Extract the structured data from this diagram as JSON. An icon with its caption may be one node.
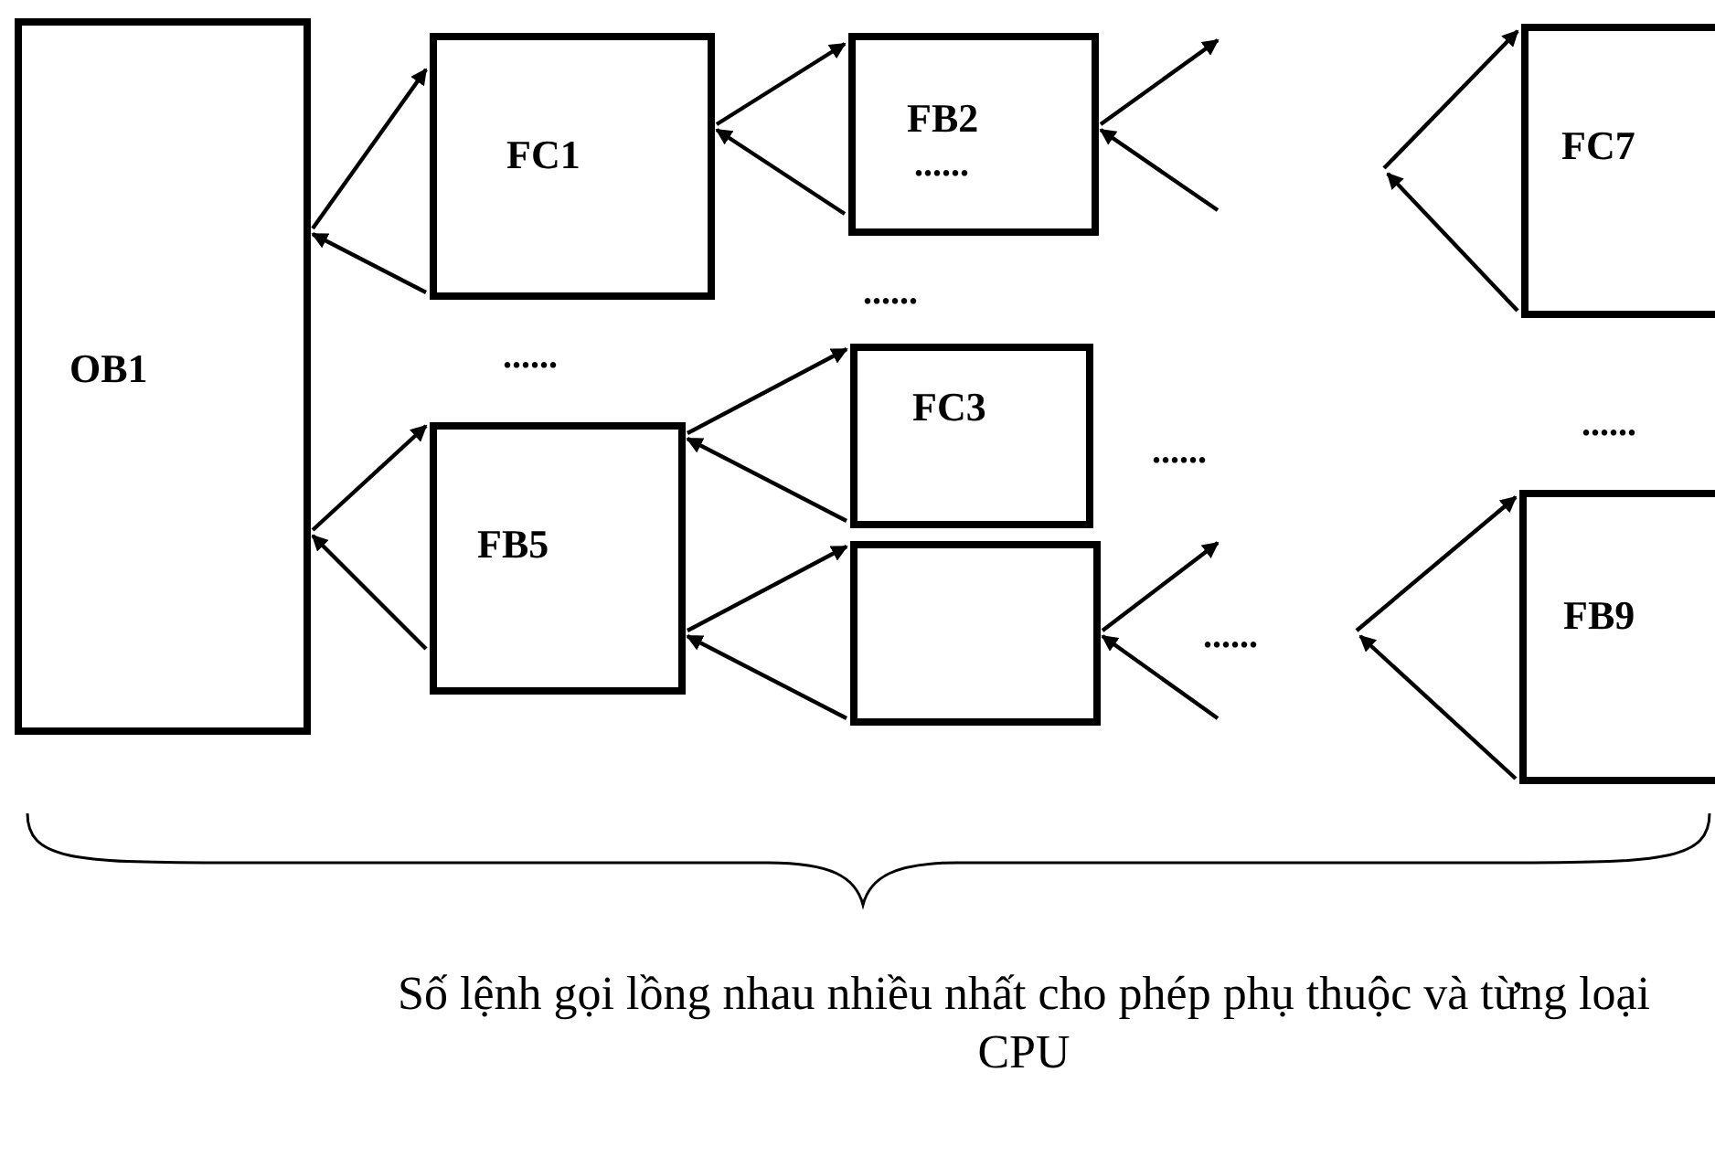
{
  "diagram": {
    "caption": "Số lệnh gọi lồng nhau nhiều nhất cho phép phụ thuộc và từng loại CPU",
    "nodes": [
      {
        "text": [
          "OB1"
        ]
      },
      {
        "text": [
          "FC1"
        ]
      },
      {
        "text": [
          "FB5"
        ]
      },
      {
        "text": [
          "FB2"
        ]
      },
      {
        "text": [
          "FC3"
        ]
      },
      {
        "text": [],
        "shape": "box"
      },
      {
        "text": [
          "FC7"
        ]
      },
      {
        "text": [
          "FB9"
        ]
      }
    ],
    "edges": [
      {
        "from": 0,
        "to": 1,
        "arrow": "to"
      },
      {
        "from": 1,
        "to": 0,
        "arrow": "to"
      },
      {
        "from": 1,
        "to": 3,
        "arrow": "to"
      },
      {
        "from": 3,
        "to": 1,
        "arrow": "to"
      },
      {
        "from": 3,
        "to": null,
        "arrow": "to"
      },
      {
        "from": null,
        "to": 3,
        "arrow": "to"
      },
      {
        "from": null,
        "to": 6,
        "arrow": "to"
      },
      {
        "from": 6,
        "to": null,
        "arrow": "to"
      },
      {
        "from": 0,
        "to": 2,
        "arrow": "to"
      },
      {
        "from": 2,
        "to": 0,
        "arrow": "to"
      },
      {
        "from": 2,
        "to": 4,
        "arrow": "to"
      },
      {
        "from": 4,
        "to": 2,
        "arrow": "to"
      },
      {
        "from": 2,
        "to": 5,
        "arrow": "to"
      },
      {
        "from": 5,
        "to": 2,
        "arrow": "to"
      },
      {
        "from": 5,
        "to": null,
        "arrow": "to"
      },
      {
        "from": null,
        "to": 5,
        "arrow": "to"
      },
      {
        "from": null,
        "to": 7,
        "arrow": "to"
      },
      {
        "from": 7,
        "to": null,
        "arrow": "to"
      }
    ],
    "labels": [
      "......",
      "......",
      "......",
      "......",
      "......",
      "......"
    ]
  }
}
